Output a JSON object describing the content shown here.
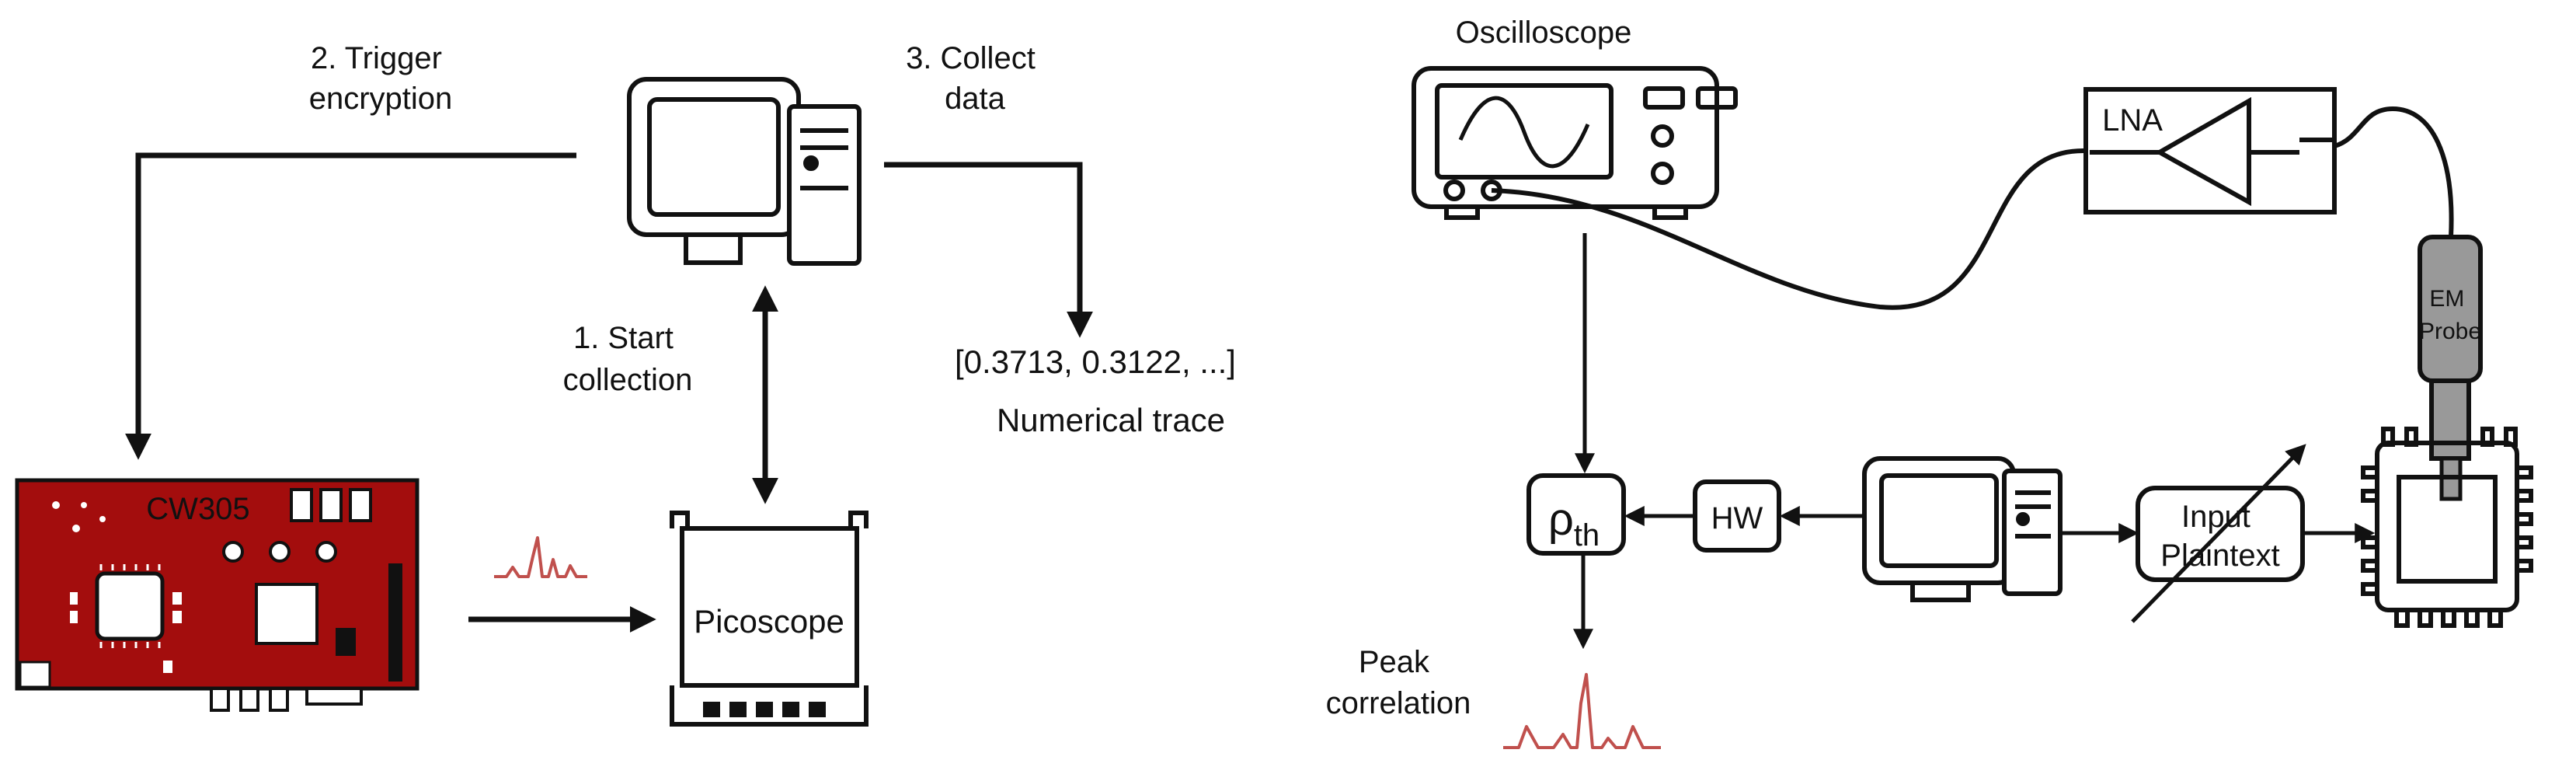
{
  "left": {
    "step1": [
      "1. Start",
      "collection"
    ],
    "step2": [
      "2. Trigger",
      "encryption"
    ],
    "step3": [
      "3. Collect",
      "data"
    ],
    "trace_values": "[0.3713, 0.3122, ...]",
    "trace_caption": "Numerical trace",
    "board_label": "CW305",
    "scope_label": "Picoscope"
  },
  "right": {
    "oscilloscope_label": "Oscilloscope",
    "lna_label": "LNA",
    "probe_label": [
      "EM",
      "Probe"
    ],
    "rho_main": "ρ",
    "rho_sub": "th",
    "hw_label": "HW",
    "input_label": [
      "Input",
      "Plaintext"
    ],
    "peak_label": [
      "Peak",
      "correlation"
    ]
  },
  "colors": {
    "board_fill": "#a30d0d",
    "trace_red": "#c0504d",
    "ink": "#111111"
  }
}
